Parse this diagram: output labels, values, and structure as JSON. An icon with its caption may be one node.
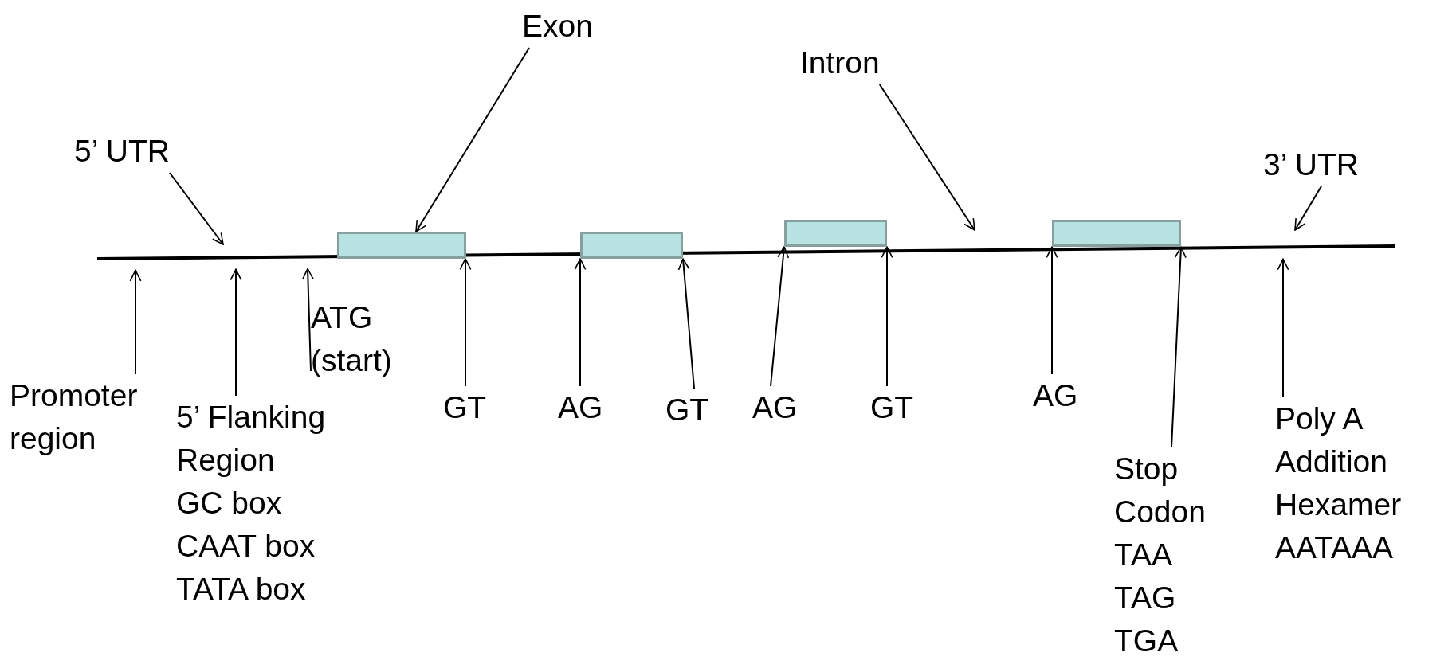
{
  "diagram": {
    "nodes": [
      {
        "text": [
          "Exon"
        ]
      },
      {
        "text": [
          "Intron"
        ]
      },
      {
        "text": [
          "5’ UTR"
        ]
      },
      {
        "text": [
          "3’ UTR"
        ]
      },
      {
        "text": [],
        "shape": "box"
      },
      {
        "text": [],
        "shape": "box"
      },
      {
        "text": [],
        "shape": "box"
      },
      {
        "text": [],
        "shape": "box"
      },
      {
        "text": [
          "ATG (start)"
        ]
      },
      {
        "text": [
          "Promoter region"
        ]
      },
      {
        "text": [
          "GT"
        ]
      },
      {
        "text": [
          "AG"
        ]
      },
      {
        "text": [
          "GT"
        ]
      },
      {
        "text": [
          "AG"
        ]
      },
      {
        "text": [
          "GT"
        ]
      },
      {
        "text": [
          "AG"
        ]
      },
      {
        "text": [
          "5’ Flanking Region",
          "GC box",
          "CAAT box",
          "TATA box"
        ]
      },
      {
        "text": [
          "Stop Codon",
          "TAA",
          "TAG",
          "TGA"
        ]
      },
      {
        "text": [
          "Poly A Addition Hexamer",
          "AATAAA"
        ]
      }
    ],
    "edges": [
      {
        "from": 0,
        "to": 4,
        "arrow": "to"
      },
      {
        "from": 1,
        "to": null,
        "arrow": "to"
      },
      {
        "from": 2,
        "to": null,
        "arrow": "to"
      },
      {
        "from": 3,
        "to": null,
        "arrow": "to"
      },
      {
        "from": 9,
        "to": null,
        "arrow": "to"
      },
      {
        "from": 16,
        "to": null,
        "arrow": "to"
      },
      {
        "from": 8,
        "to": null,
        "arrow": "to"
      },
      {
        "from": 10,
        "to": 4,
        "arrow": "to"
      },
      {
        "from": 11,
        "to": 5,
        "arrow": "to"
      },
      {
        "from": 12,
        "to": 5,
        "arrow": "to"
      },
      {
        "from": 13,
        "to": 6,
        "arrow": "to"
      },
      {
        "from": 14,
        "to": 6,
        "arrow": "to"
      },
      {
        "from": 15,
        "to": 7,
        "arrow": "to"
      },
      {
        "from": 17,
        "to": 7,
        "arrow": "to"
      },
      {
        "from": 18,
        "to": null,
        "arrow": "to"
      }
    ]
  }
}
